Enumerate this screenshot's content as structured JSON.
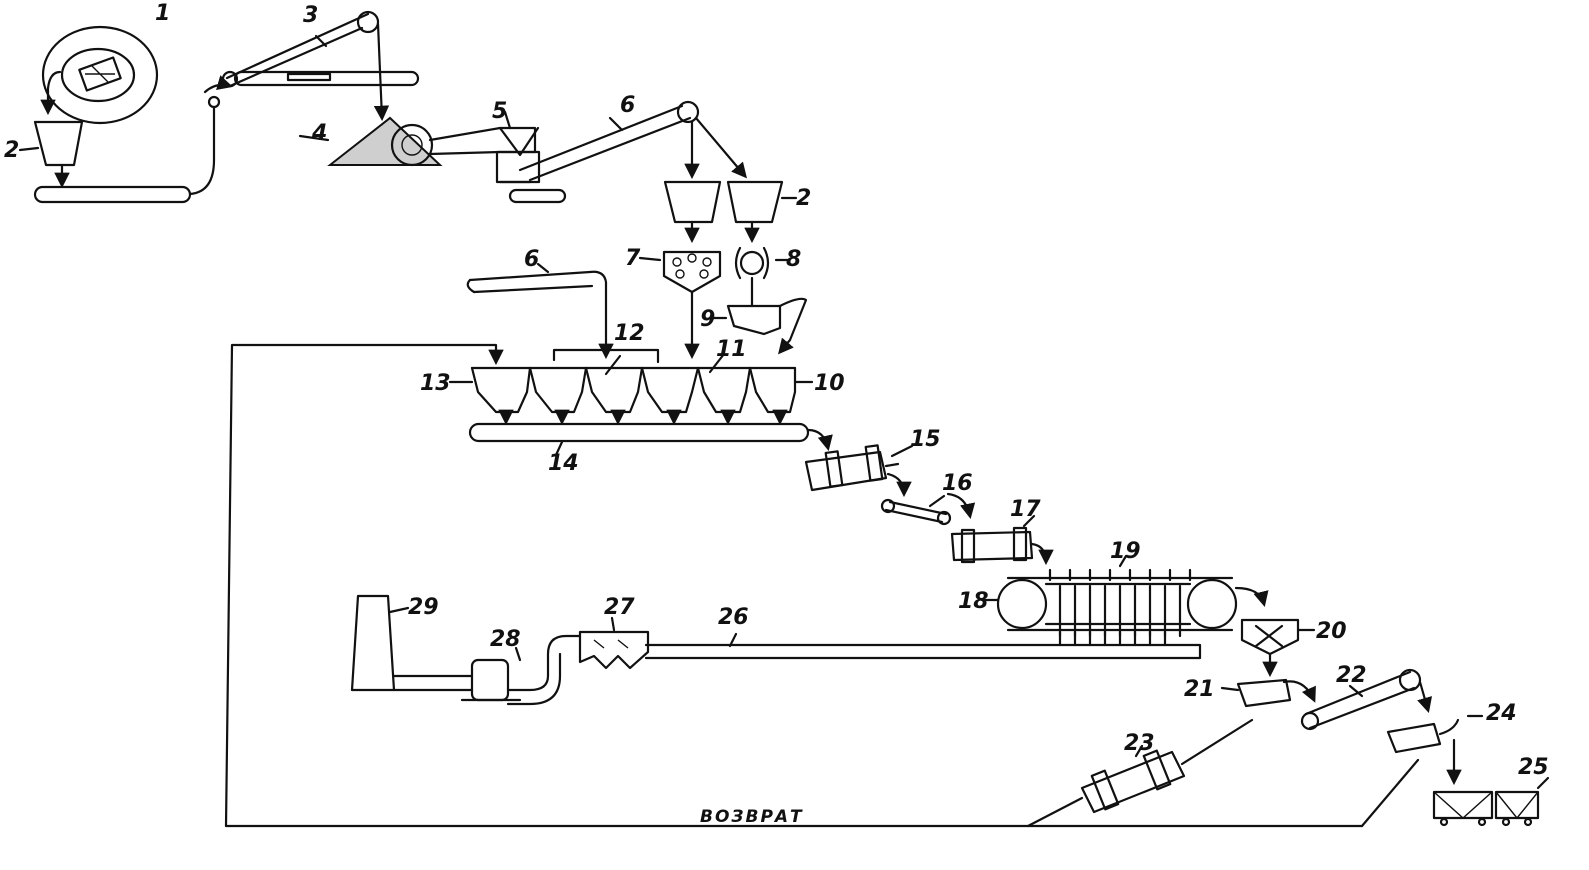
{
  "labels": {
    "n1": "1",
    "n2a": "2",
    "n2b": "2",
    "n3": "3",
    "n4": "4",
    "n5": "5",
    "n6a": "6",
    "n6b": "6",
    "n7": "7",
    "n8": "8",
    "n9": "9",
    "n10": "10",
    "n11": "11",
    "n12": "12",
    "n13": "13",
    "n14": "14",
    "n15": "15",
    "n16": "16",
    "n17": "17",
    "n18": "18",
    "n19": "19",
    "n20": "20",
    "n21": "21",
    "n22": "22",
    "n23": "23",
    "n24": "24",
    "n25": "25",
    "n26": "26",
    "n27": "27",
    "n28": "28",
    "n29": "29"
  },
  "return_line_label": "ВОЗВРАТ",
  "colors": {
    "ink": "#111111",
    "paper": "#ffffff",
    "pile_fill": "#cfcfcf"
  }
}
